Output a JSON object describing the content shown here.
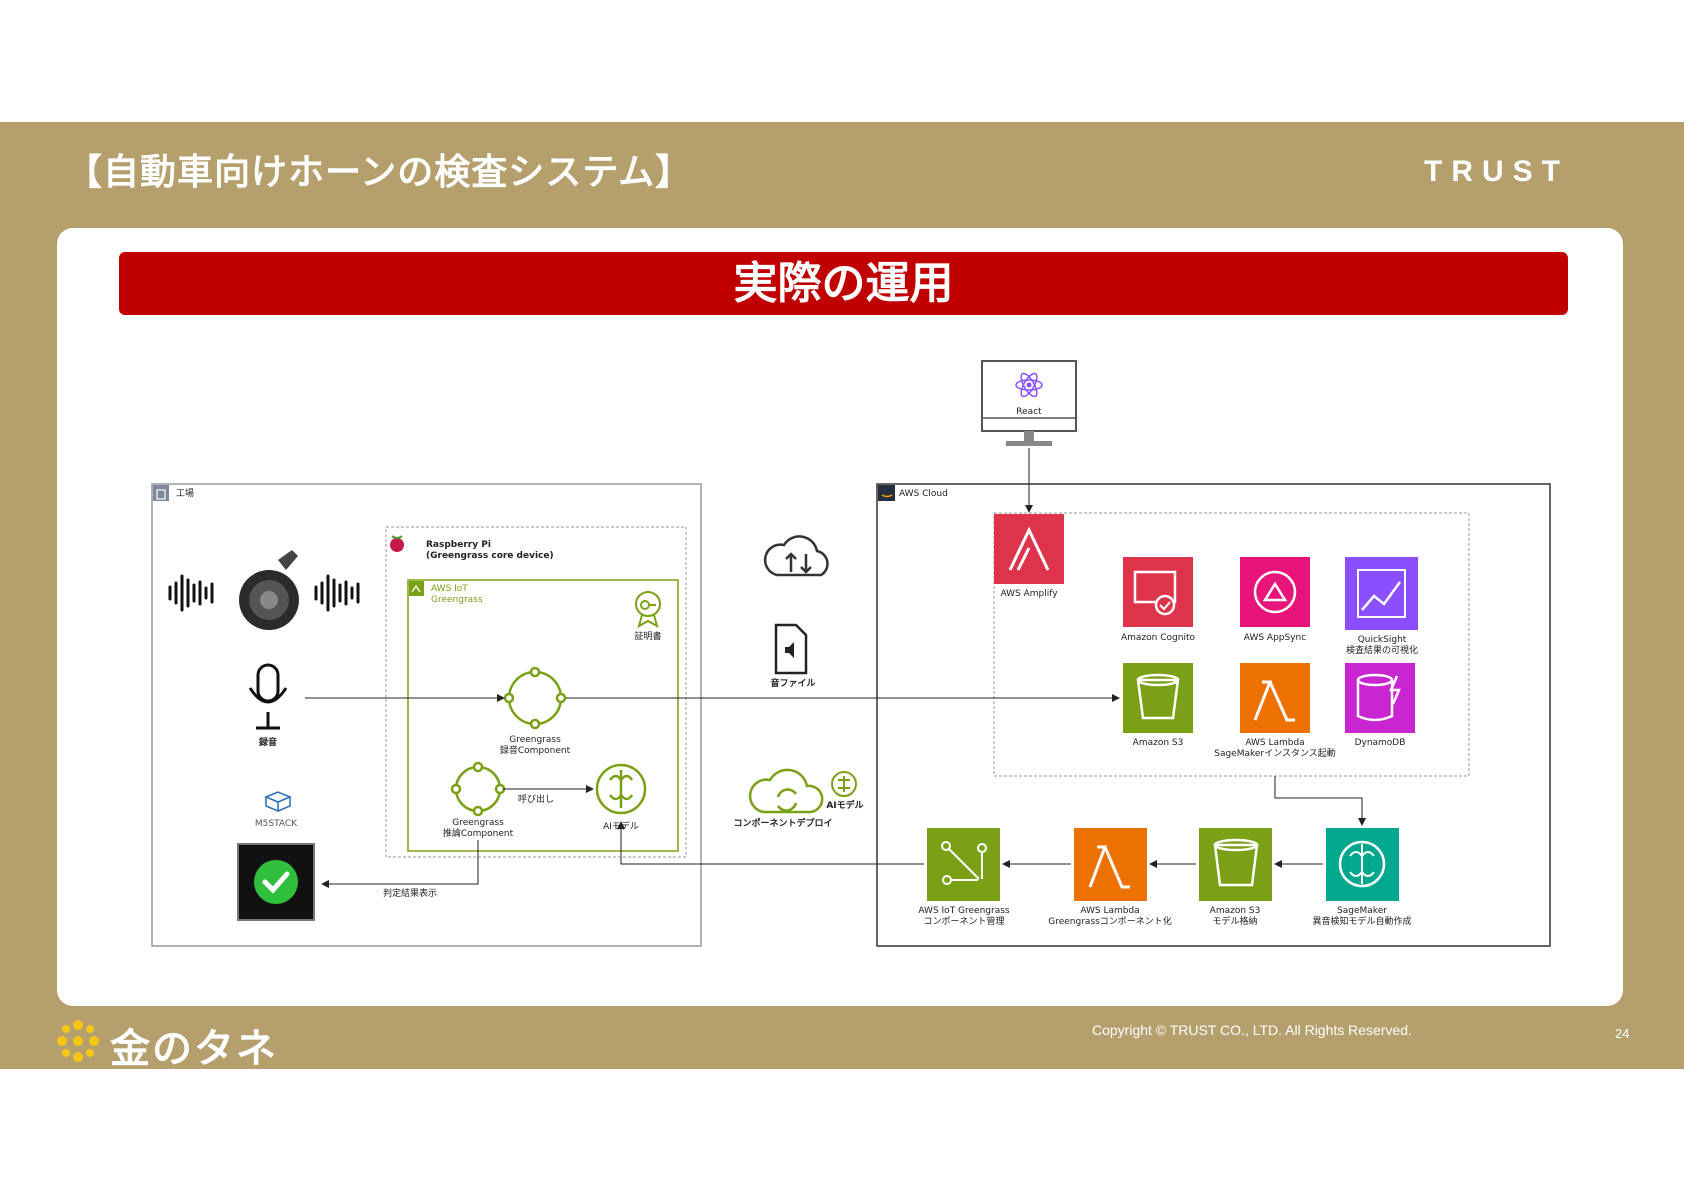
{
  "slide": {
    "title": "【自動車向けホーンの検査システム】",
    "brand": "TRUST",
    "banner": "実際の運用"
  },
  "footer": {
    "copyright": "Copyright © TRUST CO., LTD. All Rights Reserved.",
    "page_number": "24",
    "logo_text": "金のタネ"
  },
  "factory": {
    "group_label": "工場",
    "raspberry_title": "Raspberry Pi",
    "raspberry_sub": "(Greengrass core device)",
    "greengrass_title": "AWS IoT",
    "greengrass_sub": "Greengrass",
    "certificate": "証明書",
    "record": "録音",
    "rec_component_1": "Greengrass",
    "rec_component_2": "録音Component",
    "inf_component_1": "Greengrass",
    "inf_component_2": "推論Component",
    "call": "呼び出し",
    "ai_model": "AIモデル",
    "m5stack": "M5STACK",
    "result_display": "判定結果表示"
  },
  "middle": {
    "sound_file": "音ファイル",
    "component_deploy": "コンポーネントデプロイ",
    "ai_model": "AIモデル"
  },
  "client": {
    "react": "React"
  },
  "cloud": {
    "group_label": "AWS Cloud",
    "amplify": "AWS Amplify",
    "cognito": "Amazon Cognito",
    "appsync": "AWS AppSync",
    "quicksight_1": "QuickSight",
    "quicksight_2": "検査結果の可視化",
    "s3": "Amazon S3",
    "lambda_1": "AWS Lambda",
    "lambda_2": "SageMakerインスタンス起動",
    "dynamodb": "DynamoDB",
    "iot_gg_1": "AWS IoT Greengrass",
    "iot_gg_2": "コンポーネント管理",
    "lambda2_1": "AWS Lambda",
    "lambda2_2": "Greengrassコンポーネント化",
    "s3b_1": "Amazon S3",
    "s3b_2": "モデル格納",
    "sagemaker_1": "SageMaker",
    "sagemaker_2": "異音検知モデル自動作成"
  },
  "colors": {
    "band": "#b5a06d",
    "banner": "#c00000",
    "amplify": "#dd344c",
    "appsync": "#e7157b",
    "quicksight": "#8c4fff",
    "storage": "#7aa116",
    "compute": "#ed7100",
    "ml": "#01a88d",
    "greengrass": "#7aa116"
  }
}
